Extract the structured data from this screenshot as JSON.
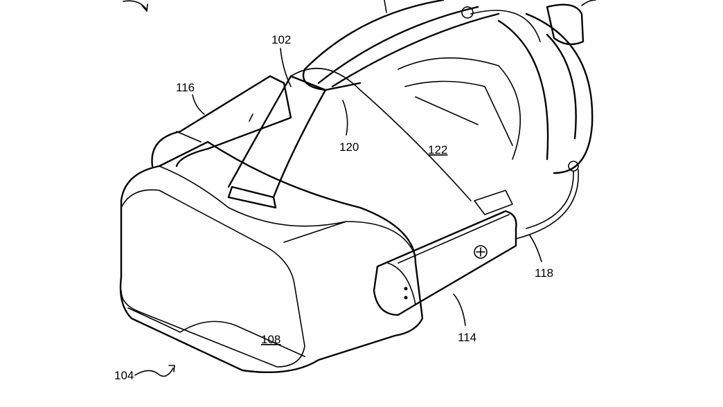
{
  "figure": {
    "labels": {
      "head_strap": "102",
      "system": "104",
      "front_housing": "108",
      "side_arm": "114",
      "left_arm": "116",
      "rear_band": "118",
      "strap_edge": "120",
      "interior": "122"
    },
    "ink_color": "#000000",
    "background_color": "#ffffff"
  }
}
